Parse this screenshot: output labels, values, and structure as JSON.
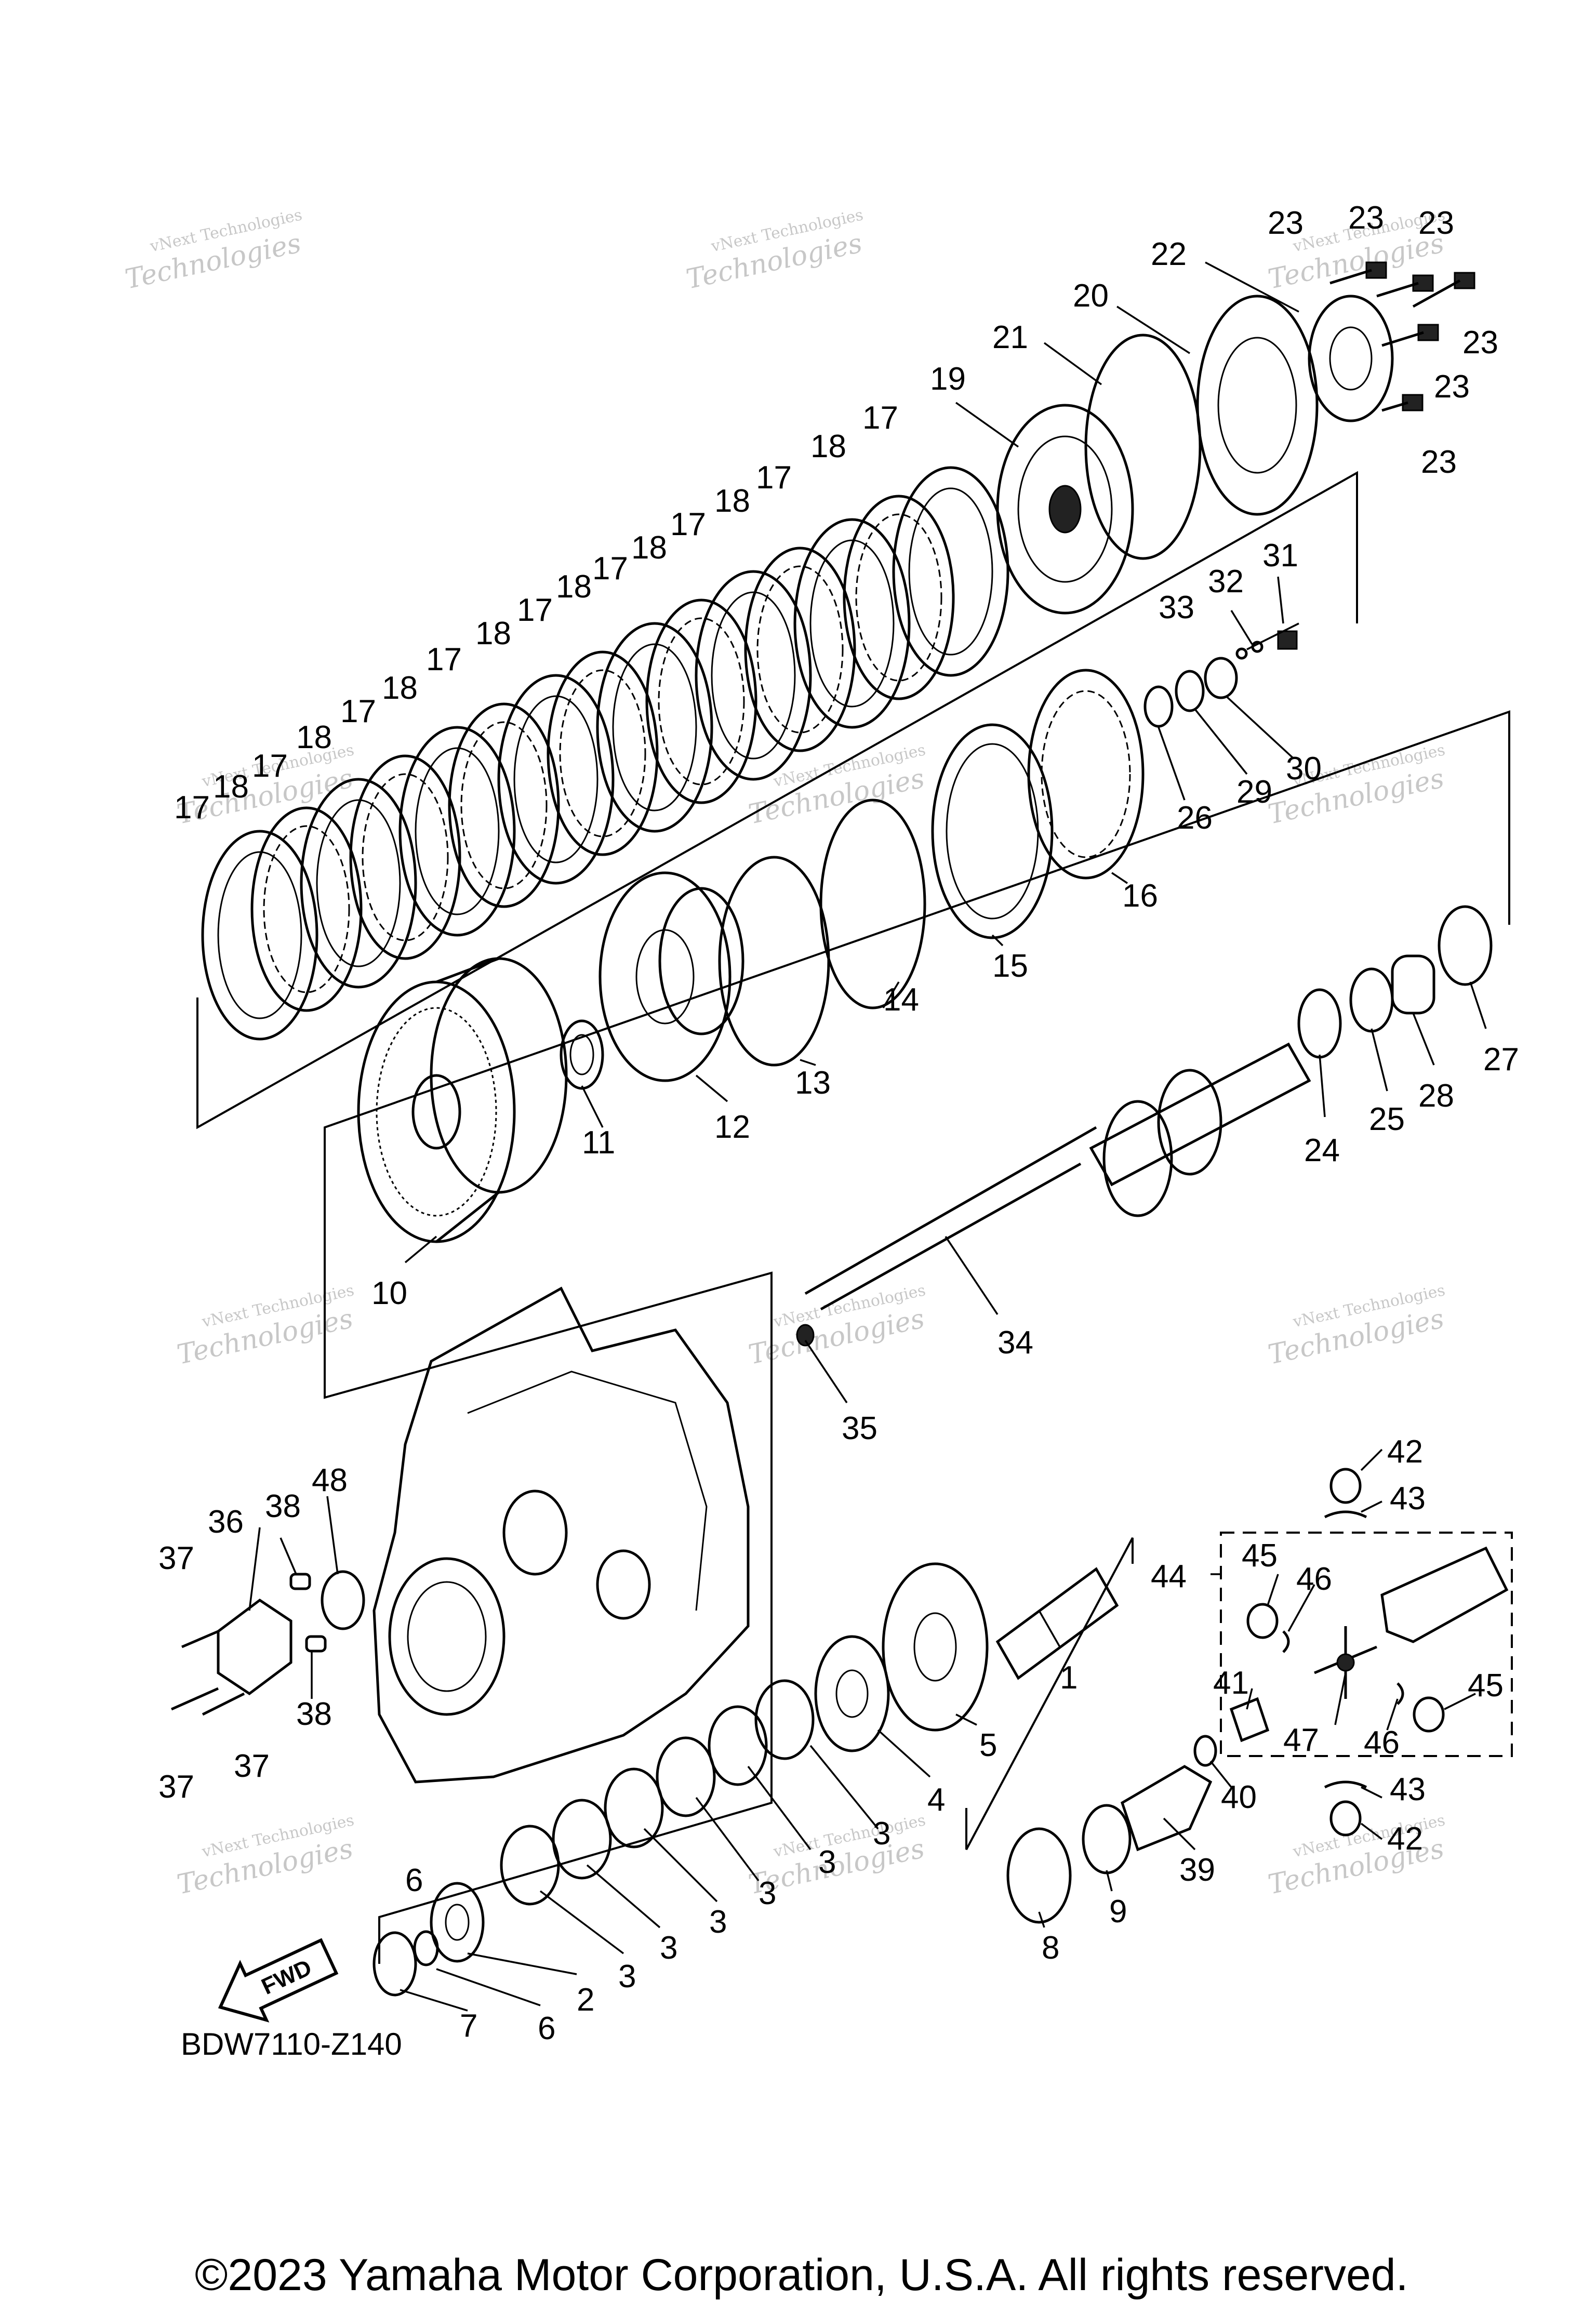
{
  "diagram": {
    "code": "BDW7110-Z140",
    "copyright": "©2023 Yamaha Motor Corporation, U.S.A. All rights reserved.",
    "fwd_label": "FWD",
    "watermark": {
      "line1": "vNext Technologies",
      "line2": "Technologies"
    },
    "callouts": [
      "1",
      "2",
      "3",
      "4",
      "5",
      "6",
      "7",
      "8",
      "9",
      "10",
      "11",
      "12",
      "13",
      "14",
      "15",
      "16",
      "17",
      "18",
      "19",
      "20",
      "21",
      "22",
      "23",
      "24",
      "25",
      "26",
      "27",
      "28",
      "29",
      "30",
      "31",
      "32",
      "33",
      "34",
      "35",
      "36",
      "37",
      "38",
      "39",
      "40",
      "41",
      "42",
      "43",
      "44",
      "45",
      "46",
      "47",
      "48"
    ]
  }
}
